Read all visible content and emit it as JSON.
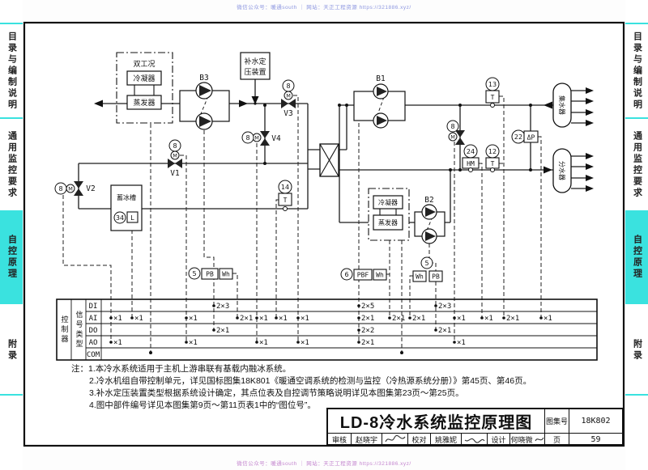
{
  "watermarks": {
    "top": "微信公众号：暖通south ｜ 网站：天正工程资源 https://321886.xyz/",
    "bottom": "微信公众号：暖通south ｜ 网站：天正工程资源 https://321886.xyz/"
  },
  "sidebar": {
    "accent": "#3ae2df",
    "tabs": [
      "目录与编制说明",
      "通用监控要求",
      "自控原理",
      "附录"
    ],
    "active_index": 2
  },
  "diagram": {
    "dual_chiller": {
      "label": "双工况",
      "condenser": "冷凝器",
      "evaporator": "蒸发器"
    },
    "base_chiller": {
      "condenser": "冷凝器",
      "evaporator": "蒸发器"
    },
    "makeup_line1": "补水定",
    "makeup_line2": "压装置",
    "ice_tank": {
      "label": "蓄冰槽",
      "tag": "34",
      "code": "L"
    },
    "pump_b1": "B1",
    "pump_b2": "B2",
    "pump_b3": "B3",
    "collector": "集水器",
    "distributor": "分水器",
    "valve_v1": {
      "tag": "8",
      "act": "M",
      "label": "V1"
    },
    "valve_v2": {
      "tag": "8",
      "act": "M",
      "label": "V2"
    },
    "valve_v3": {
      "tag": "8",
      "act": "M",
      "label": "V3"
    },
    "valve_v4": {
      "tag": "8",
      "act": "M",
      "label": "V4"
    },
    "valve_bypass": {
      "tag": "8",
      "act": "M"
    },
    "sensor_t13": {
      "tag": "13",
      "code": "T"
    },
    "sensor_t12": {
      "tag": "12",
      "code": "T"
    },
    "sensor_t14": {
      "tag": "14",
      "code": "T"
    },
    "sensor_hm": {
      "tag": "24",
      "code": "HM"
    },
    "sensor_dp": {
      "tag": "22",
      "code": "ΔP"
    },
    "meter_g1": {
      "tag": "5",
      "a": "PB",
      "b": "Wh"
    },
    "meter_g2": {
      "tag": "6",
      "a": "PBF",
      "b": "Wh"
    },
    "meter_g3": {
      "tag": "5",
      "a": "Wh",
      "b": "PB"
    }
  },
  "io": {
    "controller": "控制器",
    "signal": "信号类型",
    "rows": [
      "DI",
      "AI",
      "DO",
      "AO",
      "COM"
    ],
    "di": [
      "2×3",
      "2×5",
      "2×3"
    ],
    "ai": [
      "×1",
      "×1",
      "×1",
      "2×1",
      "×1",
      "×1",
      "×1",
      "2×1",
      "2×1",
      "2×1",
      "×1",
      "×1",
      "2×1",
      "×1"
    ],
    "do": [
      "2×1",
      "2×2",
      "2×1"
    ],
    "ao": [
      "×1",
      "×1",
      "×1",
      "×1",
      "2×1",
      "×1"
    ]
  },
  "notes": {
    "prefix": "注：",
    "items": [
      "1.本冷水系统适用于主机上游串联有基载内融冰系统。",
      "2.冷水机组自带控制单元，详见国标图集18K801《暖通空调系统的检测与监控（冷热源系统分册）》第45页、第46页。",
      "3.补水定压装置类型根据系统设计确定，其点位表及自控调节策略说明详见本图集第23页～第25页。",
      "4.图中部件编号详见本图集第9页～第11页表1中的“图位号”。"
    ]
  },
  "title_block": {
    "title": "LD-8冷水系统监控原理图",
    "atlas_label": "图集号",
    "atlas_no": "18K802",
    "page_label": "页",
    "page_no": "59",
    "cells": [
      {
        "label": "审核",
        "name": "赵晓宇"
      },
      {
        "label": "校对",
        "name": "姚雅妮"
      },
      {
        "label": "设计",
        "name": "何晓微"
      }
    ]
  }
}
